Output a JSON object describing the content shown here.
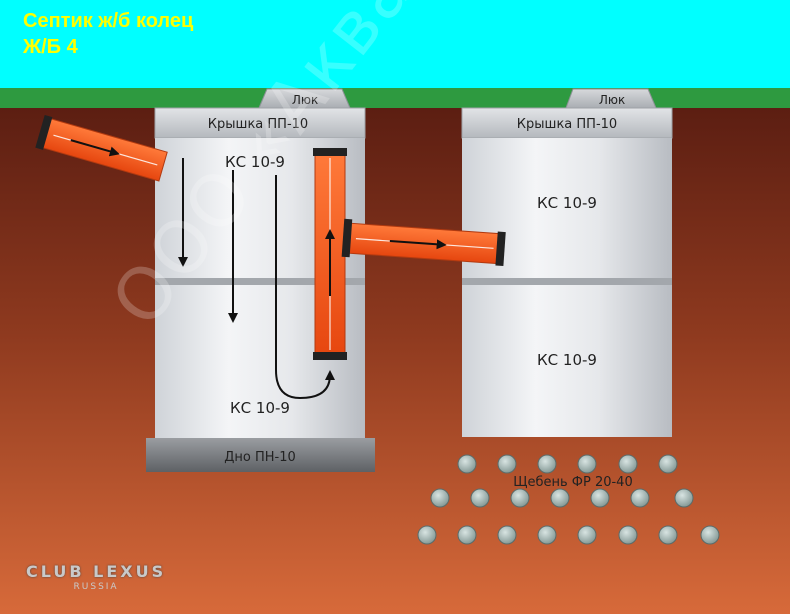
{
  "title": {
    "line1": "Септик ж/б колец",
    "line2": "Ж/Б 4"
  },
  "colors": {
    "sky": "#00FFFF",
    "grass": "#2E9A40",
    "title": "#FFFF00",
    "pipe": "#FF5A1F",
    "soil_top": "#5C1E12",
    "soil_bottom": "#D76A3A"
  },
  "left_well": {
    "hatch": "Люк",
    "cover": "Крышка ПП-10",
    "ring_top": "КС 10-9",
    "ring_bottom": "КС 10-9",
    "base": "Дно ПН-10"
  },
  "right_well": {
    "hatch": "Люк",
    "cover": "Крышка ПП-10",
    "ring_top": "КС 10-9",
    "ring_bottom": "КС 10-9"
  },
  "gravel": {
    "label": "Щебень ФР 20-40"
  },
  "watermark": "ООО «Аква-Профи»",
  "logo": {
    "brand": "CLUB LEXUS",
    "region": "RUSSIA"
  }
}
